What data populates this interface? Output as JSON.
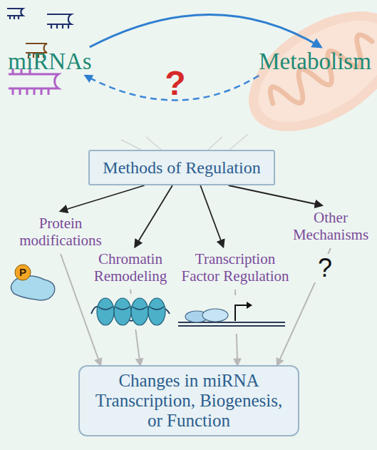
{
  "diagram": {
    "nodes": [
      {
        "text": [
          "miRNAs"
        ]
      },
      {
        "text": [
          "Metabolism"
        ]
      },
      {
        "text": [
          "Methods of Regulation"
        ]
      },
      {
        "text": [
          "Protein modifications"
        ]
      },
      {
        "text": [
          "Chromatin Remodeling"
        ]
      },
      {
        "text": [
          "Transcription Factor Regulation"
        ]
      },
      {
        "text": [
          "Other Mechanisms"
        ]
      },
      {
        "text": [
          "Changes in miRNA Transcription, Biogenesis, or Function"
        ]
      }
    ],
    "edges": [
      {
        "from": 0,
        "to": 1,
        "arrow": "to"
      },
      {
        "from": 1,
        "to": 0,
        "label": "?",
        "arrow": "to"
      },
      {
        "from": 2,
        "to": 3,
        "arrow": "to"
      },
      {
        "from": 2,
        "to": 4,
        "arrow": "to"
      },
      {
        "from": 2,
        "to": 5,
        "arrow": "to"
      },
      {
        "from": 2,
        "to": 6,
        "arrow": "to"
      },
      {
        "from": 3,
        "to": 7,
        "arrow": "to"
      },
      {
        "from": 4,
        "to": 7,
        "arrow": "to"
      },
      {
        "from": 5,
        "to": 7,
        "arrow": "to"
      },
      {
        "from": 6,
        "to": 7,
        "arrow": "to"
      }
    ],
    "labels": [
      "P",
      "?"
    ]
  }
}
